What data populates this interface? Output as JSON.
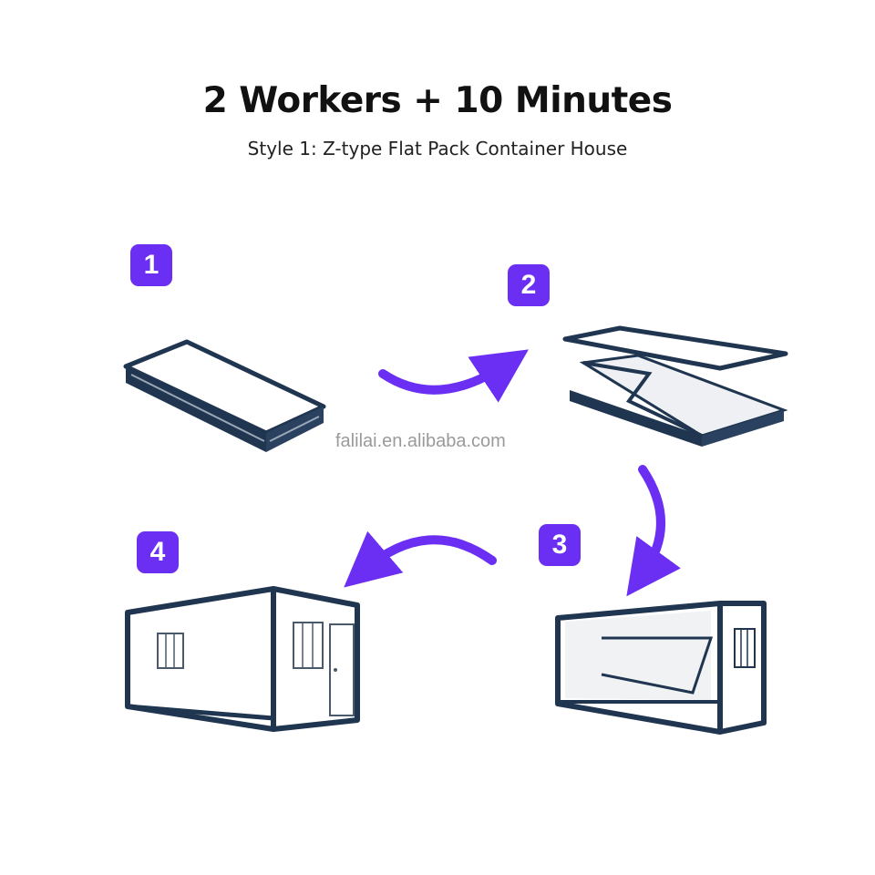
{
  "header": {
    "title": "2 Workers + 10 Minutes",
    "subtitle": "Style 1: Z-type Flat Pack Container House"
  },
  "steps": [
    {
      "number": "1"
    },
    {
      "number": "2"
    },
    {
      "number": "3"
    },
    {
      "number": "4"
    }
  ],
  "watermark": "falilai.en.alibaba.com",
  "colors": {
    "accent": "#6a2ff2",
    "frame": "#1f3550",
    "panel": "#ffffff"
  }
}
